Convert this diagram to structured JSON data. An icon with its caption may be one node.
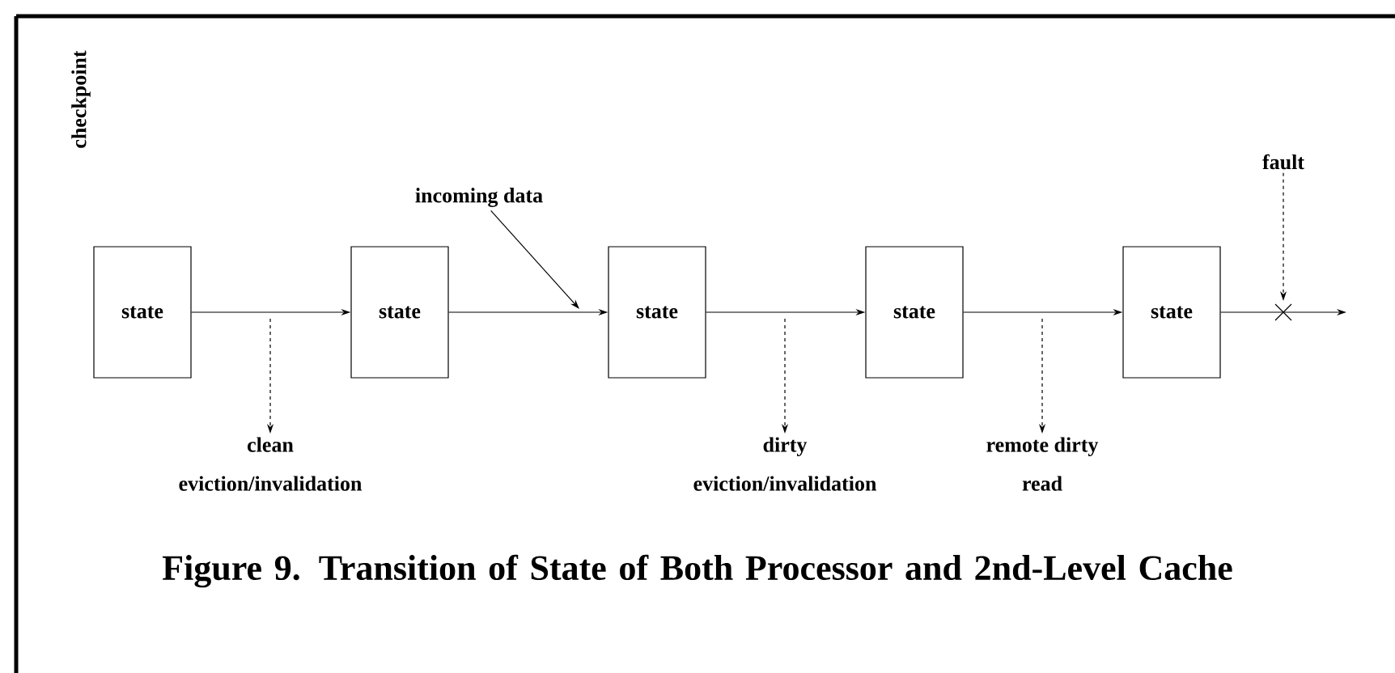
{
  "diagram": {
    "caption": "Figure 9. Transition of State of Both Processor and 2nd-Level Cache",
    "nodes": [
      {
        "text": [
          "state"
        ]
      },
      {
        "text": [
          "state"
        ]
      },
      {
        "text": [
          "state"
        ]
      },
      {
        "text": [
          "state"
        ]
      },
      {
        "text": [
          "state"
        ]
      },
      {
        "text": [
          "clean",
          "eviction/invalidation"
        ]
      },
      {
        "text": [
          "dirty",
          "eviction/invalidation"
        ]
      },
      {
        "text": [
          "remote dirty",
          "read"
        ]
      },
      {
        "text": [
          "incoming data"
        ]
      },
      {
        "text": [
          "fault"
        ]
      }
    ],
    "edges": [
      {
        "from": 0,
        "to": 1,
        "arrow": "to"
      },
      {
        "from": 1,
        "to": 2,
        "arrow": "to"
      },
      {
        "from": 2,
        "to": 3,
        "arrow": "to"
      },
      {
        "from": 3,
        "to": 4,
        "arrow": "to"
      },
      {
        "from": 4,
        "to": null,
        "arrow": "to"
      },
      {
        "from": null,
        "to": 5,
        "arrow": "to",
        "style": "dashed"
      },
      {
        "from": null,
        "to": 6,
        "arrow": "to",
        "style": "dashed"
      },
      {
        "from": null,
        "to": 7,
        "arrow": "to",
        "style": "dashed"
      },
      {
        "from": 8,
        "to": null,
        "arrow": "to"
      },
      {
        "from": 9,
        "to": null,
        "arrow": "to",
        "style": "dashed"
      }
    ],
    "labels": [
      "checkpoint"
    ]
  }
}
